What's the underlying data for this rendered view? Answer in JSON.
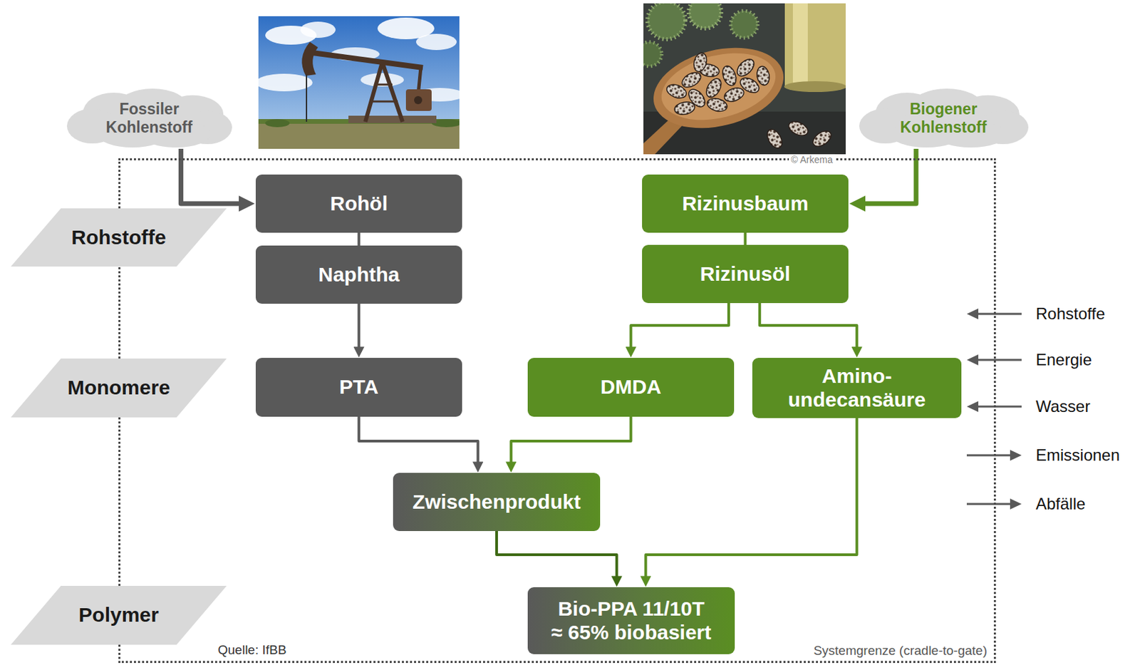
{
  "diagram": {
    "nodes": [
      {
        "text": [
          "Fossiler Kohlenstoff"
        ]
      },
      {
        "text": [
          "Biogener Kohlenstoff"
        ]
      },
      {
        "text": [
          "Systemgrenze (cradle-to-gate)"
        ]
      },
      {
        "text": [
          "Rohöl"
        ],
        "in": 2
      },
      {
        "text": [
          "Rizinusbaum"
        ],
        "in": 2
      },
      {
        "text": [
          "Rohstoffe"
        ]
      },
      {
        "text": [
          "Naphtha"
        ],
        "in": 2
      },
      {
        "text": [
          "Rizinusöl"
        ],
        "in": 2
      },
      {
        "text": [
          "Monomere"
        ]
      },
      {
        "text": [
          "PTA"
        ],
        "in": 2
      },
      {
        "text": [
          "DMDA"
        ],
        "in": 2
      },
      {
        "text": [
          "Amino- undecansäure"
        ],
        "in": 2
      },
      {
        "text": [
          "Zwischenprodukt"
        ],
        "in": 2
      },
      {
        "text": [
          "Polymer"
        ]
      },
      {
        "text": [
          "Bio-PPA 11/10T",
          "≈ 65% biobasiert"
        ],
        "in": 2
      }
    ],
    "edges": [
      {
        "from": 0,
        "to": 3,
        "arrow": "to"
      },
      {
        "from": 1,
        "to": 4,
        "arrow": "to"
      },
      {
        "from": 3,
        "to": 6,
        "arrow": "none"
      },
      {
        "from": 4,
        "to": 7,
        "arrow": "none"
      },
      {
        "from": 6,
        "to": 9,
        "arrow": "to"
      },
      {
        "from": 7,
        "to": 10,
        "arrow": "to"
      },
      {
        "from": 7,
        "to": 11,
        "arrow": "to"
      },
      {
        "from": 9,
        "to": 12,
        "arrow": "to"
      },
      {
        "from": 10,
        "to": 12,
        "arrow": "to"
      },
      {
        "from": 12,
        "to": 14,
        "arrow": "to"
      },
      {
        "from": 11,
        "to": 14,
        "arrow": "to"
      }
    ],
    "labels": [
      "© Arkema",
      "Rohstoffe",
      "Energie",
      "Wasser",
      "Emissionen",
      "Abfälle",
      "Quelle: IfBB"
    ]
  }
}
